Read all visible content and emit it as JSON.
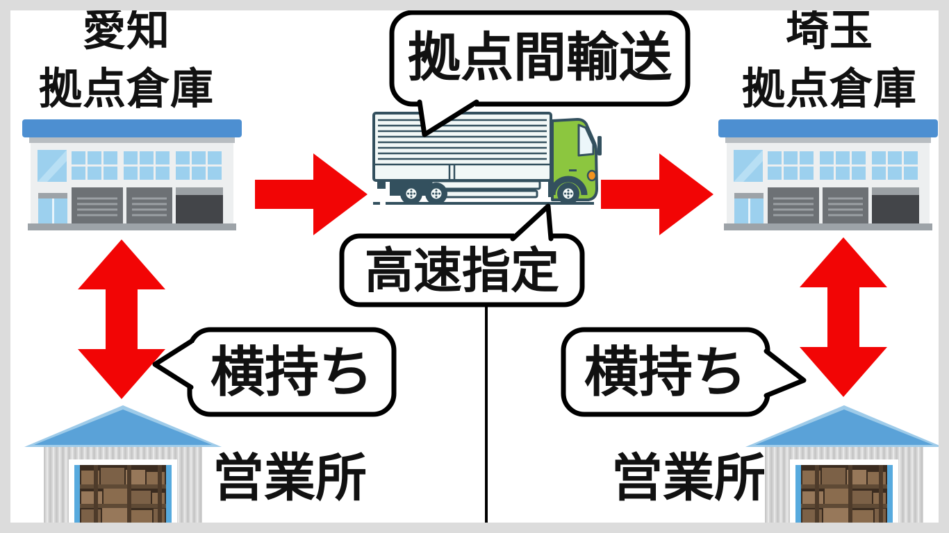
{
  "labels": {
    "left_region": "愛知",
    "left_facility": "拠点倉庫",
    "right_region": "埼玉",
    "right_facility": "拠点倉庫",
    "trunk_bubble": "拠点間輸送",
    "highway_bubble": "高速指定",
    "left_yokomochi": "横持ち",
    "right_yokomochi": "横持ち",
    "left_office": "営業所",
    "right_office": "営業所"
  },
  "colors": {
    "arrow_red": "#f20505",
    "bubble_border": "#000000",
    "building_roof_blue": "#4d8fd1",
    "window_blue": "#9cd0ee",
    "truck_cab_green": "#8cc63f",
    "truck_outline": "#33505e",
    "shed_roof_blue": "#5aa2d8",
    "frame_gray": "#dcdcdc"
  }
}
